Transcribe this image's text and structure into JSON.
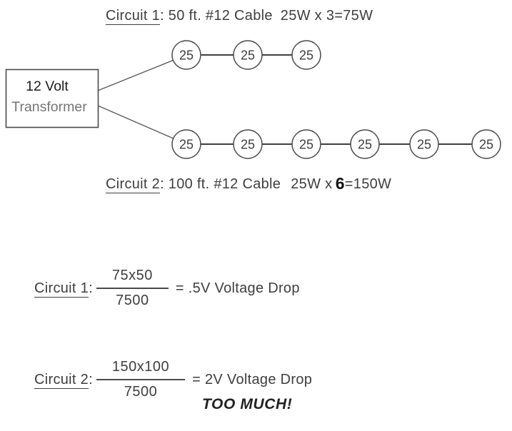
{
  "colors": {
    "text": "#3e3e3e",
    "dark_text": "#1b1b1b",
    "muted_text": "#757575",
    "stroke": "#4a4a4a",
    "background": "#ffffff"
  },
  "transformer": {
    "voltage": "12 Volt",
    "name": "Transformer"
  },
  "circuits": [
    {
      "label": "Circuit 1",
      "spec": ": 50 ft. #12 Cable",
      "wattage": "25W x 3=75W",
      "lamps": [
        "25",
        "25",
        "25"
      ]
    },
    {
      "label": "Circuit 2",
      "spec": ": 100 ft. #12 Cable",
      "wattage_prefix": "25W x ",
      "wattage_bold": "6",
      "wattage_suffix": "=150W",
      "lamps": [
        "25",
        "25",
        "25",
        "25",
        "25",
        "25"
      ]
    }
  ],
  "calculations": [
    {
      "label": "Circuit 1",
      "colon": ":",
      "numerator": "75x50",
      "denominator": "7500",
      "result": "= .5V Voltage Drop"
    },
    {
      "label": "Circuit 2",
      "colon": ":",
      "numerator": "150x100",
      "denominator": "7500",
      "result": "= 2V Voltage Drop",
      "warning": "TOO MUCH!"
    }
  ]
}
